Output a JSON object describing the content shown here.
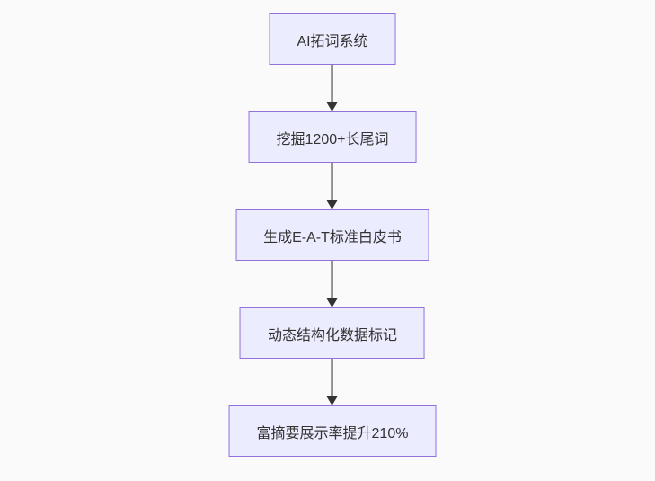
{
  "flowchart": {
    "type": "flowchart-vertical",
    "nodes": [
      {
        "id": "n1",
        "label": "AI拓词系统"
      },
      {
        "id": "n2",
        "label": "挖掘1200+长尾词"
      },
      {
        "id": "n3",
        "label": "生成E-A-T标准白皮书"
      },
      {
        "id": "n4",
        "label": "动态结构化数据标记"
      },
      {
        "id": "n5",
        "label": "富摘要展示率提升210%"
      }
    ],
    "edges": [
      {
        "from": "n1",
        "to": "n2",
        "style": "arrow-down"
      },
      {
        "from": "n2",
        "to": "n3",
        "style": "arrow-down"
      },
      {
        "from": "n3",
        "to": "n4",
        "style": "arrow-down"
      },
      {
        "from": "n4",
        "to": "n5",
        "style": "arrow-down"
      }
    ],
    "colors": {
      "node_fill": "#ECECFF",
      "node_border": "#9370DB",
      "edge": "#333333",
      "text": "#333333",
      "background": "#fafafa"
    }
  }
}
